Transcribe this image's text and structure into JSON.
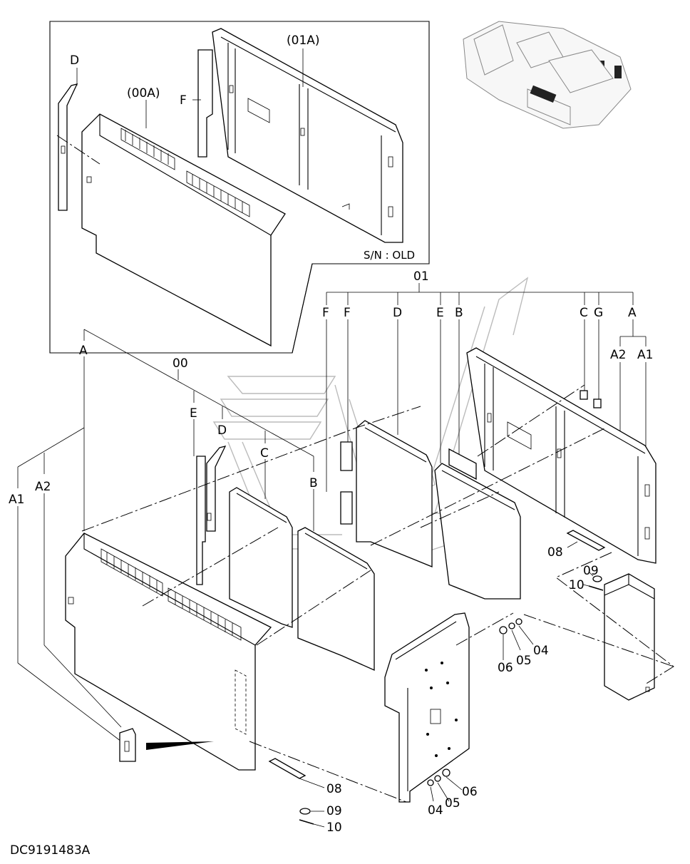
{
  "inset": {
    "title_01A": "(01A)",
    "title_00A": "(00A)",
    "label_D": "D",
    "label_F": "F",
    "serial_note": "S/N : OLD"
  },
  "tree_01": {
    "root": "01",
    "children": [
      "F",
      "F",
      "D",
      "E",
      "B",
      "C",
      "G",
      "A"
    ],
    "sub_A": [
      "A2",
      "A1"
    ]
  },
  "tree_00": {
    "root": "00",
    "children": [
      "E",
      "D",
      "C",
      "B"
    ]
  },
  "left_labels": {
    "A": "A",
    "A1": "A1",
    "A2": "A2"
  },
  "part_numbers": {
    "p08_right": "08",
    "p09_right": "09",
    "p10_right": "10",
    "p04_right": "04",
    "p05_right": "05",
    "p06_right": "06",
    "p08_bottom": "08",
    "p09_bottom": "09",
    "p10_bottom": "10",
    "p04_bottom": "04",
    "p05_bottom": "05",
    "p06_bottom": "06"
  },
  "drawing_code": "DC9191483A",
  "icons": [
    "excavator-thumbnail-icon",
    "watermark-logo-icon"
  ]
}
